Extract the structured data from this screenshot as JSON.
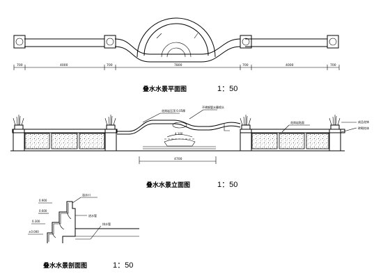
{
  "plan": {
    "title": "叠水水景平面图",
    "scale": "1：50",
    "dimensions": [
      "700",
      "4000",
      "700",
      "7800",
      "700",
      "4000",
      "700"
    ]
  },
  "elevation": {
    "title": "叠水水景立面图",
    "scale": "1：50",
    "overall_dimension": "4700",
    "annotations": {
      "wave_note_1": "花岗岩压顶 0.05厚",
      "wave_note_2": "不锈钢管水幕喷头",
      "right_note": "花岗岩贴面",
      "far_right_note_1": "成品花钵",
      "far_right_note_2": "砖砌柱体",
      "center_note": "4.100"
    }
  },
  "section": {
    "title": "叠水水景剖面图",
    "scale": "1：50",
    "levels": [
      "±0.000",
      "0.300",
      "0.600",
      "0.900"
    ],
    "annotations": [
      "溢水口",
      "进水管",
      "排水管"
    ]
  }
}
